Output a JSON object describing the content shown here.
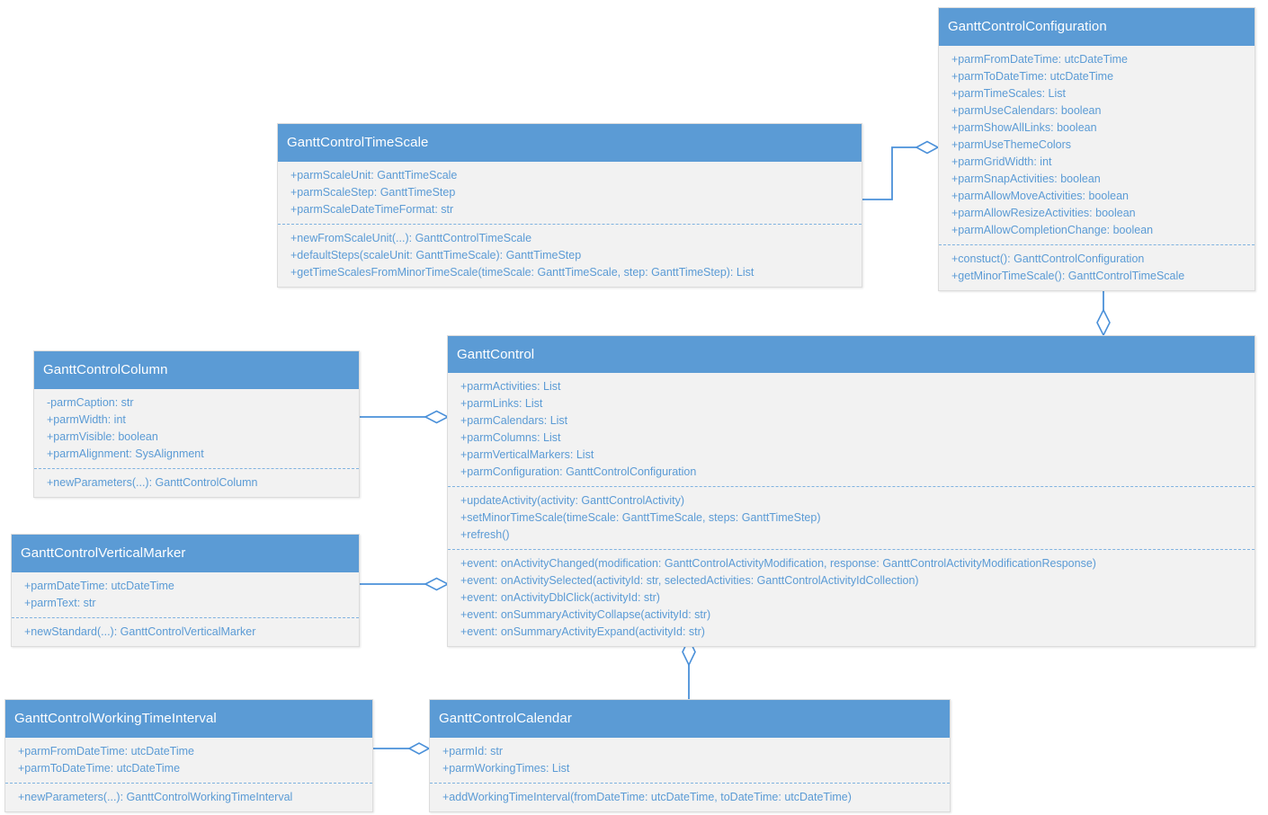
{
  "diagram": {
    "title": "GanttControl UML class diagram",
    "colors": {
      "header_blue": "#5B9BD5",
      "body_gray": "#F2F2F2",
      "text_blue": "#5B9BD5",
      "header_text": "#FFFFFF",
      "connector_blue": "#4A90D9",
      "separator_blue": "#7FB2E0",
      "background": "#FFFFFF"
    },
    "relationship_type": "aggregation"
  },
  "classes": {
    "configuration": {
      "name": "GanttControlConfiguration",
      "attributes": [
        "+parmFromDateTime: utcDateTime",
        "+parmToDateTime: utcDateTime",
        "+parmTimeScales: List",
        "+parmUseCalendars: boolean",
        "+parmShowAllLinks: boolean",
        "+parmUseThemeColors",
        "+parmGridWidth: int",
        "+parmSnapActivities: boolean",
        "+parmAllowMoveActivities: boolean",
        "+parmAllowResizeActivities: boolean",
        "+parmAllowCompletionChange: boolean"
      ],
      "methods": [
        "+constuct(): GanttControlConfiguration",
        "+getMinorTimeScale(): GanttControlTimeScale"
      ]
    },
    "timescale": {
      "name": "GanttControlTimeScale",
      "attributes": [
        "+parmScaleUnit: GanttTimeScale",
        "+parmScaleStep: GanttTimeStep",
        "+parmScaleDateTimeFormat: str"
      ],
      "methods": [
        "+newFromScaleUnit(...): GanttControlTimeScale",
        "+defaultSteps(scaleUnit: GanttTimeScale): GanttTimeStep",
        "+getTimeScalesFromMinorTimeScale(timeScale: GanttTimeScale, step: GanttTimeStep): List"
      ]
    },
    "ganttcontrol": {
      "name": "GanttControl",
      "attributes": [
        "+parmActivities: List",
        "+parmLinks: List",
        "+parmCalendars: List",
        "+parmColumns: List",
        "+parmVerticalMarkers: List",
        "+parmConfiguration: GanttControlConfiguration"
      ],
      "methods": [
        "+updateActivity(activity: GanttControlActivity)",
        "+setMinorTimeScale(timeScale: GanttTimeScale, steps: GanttTimeStep)",
        "+refresh()"
      ],
      "events": [
        "+event: onActivityChanged(modification: GanttControlActivityModification, response: GanttControlActivityModificationResponse)",
        "+event: onActivitySelected(activityId: str, selectedActivities: GanttControlActivityIdCollection)",
        "+event: onActivityDblClick(activityId: str)",
        "+event: onSummaryActivityCollapse(activityId: str)",
        "+event: onSummaryActivityExpand(activityId: str)"
      ]
    },
    "column": {
      "name": "GanttControlColumn",
      "attributes": [
        "-parmCaption: str",
        "+parmWidth: int",
        "+parmVisible: boolean",
        "+parmAlignment: SysAlignment"
      ],
      "methods": [
        "+newParameters(...): GanttControlColumn"
      ]
    },
    "verticalmarker": {
      "name": "GanttControlVerticalMarker",
      "attributes": [
        "+parmDateTime: utcDateTime",
        "+parmText: str"
      ],
      "methods": [
        "+newStandard(...): GanttControlVerticalMarker"
      ]
    },
    "workingtime": {
      "name": "GanttControlWorkingTimeInterval",
      "attributes": [
        "+parmFromDateTime: utcDateTime",
        "+parmToDateTime: utcDateTime"
      ],
      "methods": [
        "+newParameters(...): GanttControlWorkingTimeInterval"
      ]
    },
    "calendar": {
      "name": "GanttControlCalendar",
      "attributes": [
        "+parmId: str",
        "+parmWorkingTimes: List"
      ],
      "methods": [
        "+addWorkingTimeInterval(fromDateTime: utcDateTime, toDateTime: utcDateTime)"
      ]
    }
  },
  "connectors": [
    {
      "name": "timescale-to-configuration",
      "from": "GanttControlTimeScale",
      "to": "GanttControlConfiguration",
      "kind": "aggregation"
    },
    {
      "name": "configuration-to-ganttcontrol",
      "from": "GanttControlConfiguration",
      "to": "GanttControl",
      "kind": "aggregation"
    },
    {
      "name": "column-to-ganttcontrol",
      "from": "GanttControlColumn",
      "to": "GanttControl",
      "kind": "aggregation"
    },
    {
      "name": "verticalmarker-to-ganttcontrol",
      "from": "GanttControlVerticalMarker",
      "to": "GanttControl",
      "kind": "aggregation"
    },
    {
      "name": "calendar-to-ganttcontrol",
      "from": "GanttControlCalendar",
      "to": "GanttControl",
      "kind": "aggregation"
    },
    {
      "name": "workingtime-to-calendar",
      "from": "GanttControlWorkingTimeInterval",
      "to": "GanttControlCalendar",
      "kind": "aggregation"
    }
  ]
}
